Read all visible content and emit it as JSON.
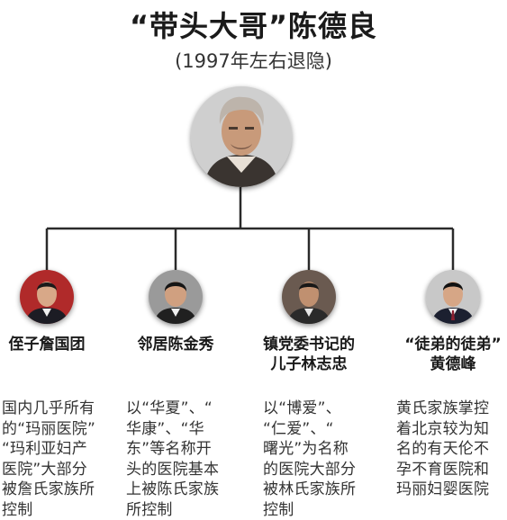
{
  "header": {
    "title": "“带头大哥”陈德良",
    "subtitle": "(1997年左右退隐)"
  },
  "root": {
    "name": "",
    "avatar_icon": "elderly-man-portrait"
  },
  "children": [
    {
      "name": "侄子詹国团",
      "avatar_icon": "man-portrait",
      "description": "国内几乎所有\n的“玛丽医院”\n“玛利亚妇产\n医院”大部分\n被詹氏家族所\n控制"
    },
    {
      "name": "邻居陈金秀",
      "avatar_icon": "man-portrait",
      "description": "以“华夏”、“\n华康”、“华\n东”等名称开\n头的医院基本\n上被陈氏家族\n所控制"
    },
    {
      "name": "镇党委书记的\n儿子林志忠",
      "avatar_icon": "man-portrait",
      "description": "以“博爱”、\n“仁爱”、“\n曙光”为名称\n的医院大部分\n被林氏家族所\n控制"
    },
    {
      "name": "“徒弟的徒弟”\n黄德峰",
      "avatar_icon": "man-portrait",
      "description": "黄氏家族掌控\n着北京较为知\n名的有天伦不\n孕不育医院和\n玛丽妇婴医院"
    }
  ]
}
